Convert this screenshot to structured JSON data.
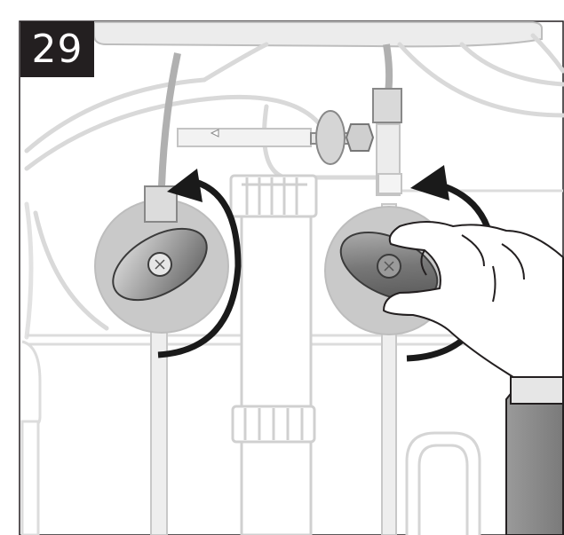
{
  "step": {
    "number": "29"
  },
  "illustration": {
    "colors": {
      "outline": "#231f20",
      "pipe": "#e6e6e6",
      "pipe_edge": "#bdbdbd",
      "valve_disc": "#c9c9c9",
      "handle_dark": "#6e6e6e",
      "handle_light": "#d8d8d8",
      "arrow": "#1a1a1a",
      "bottle": "#8c8c8c"
    },
    "icons": [
      "shutoff-valve-handle",
      "rotation-arrow",
      "hand"
    ]
  }
}
